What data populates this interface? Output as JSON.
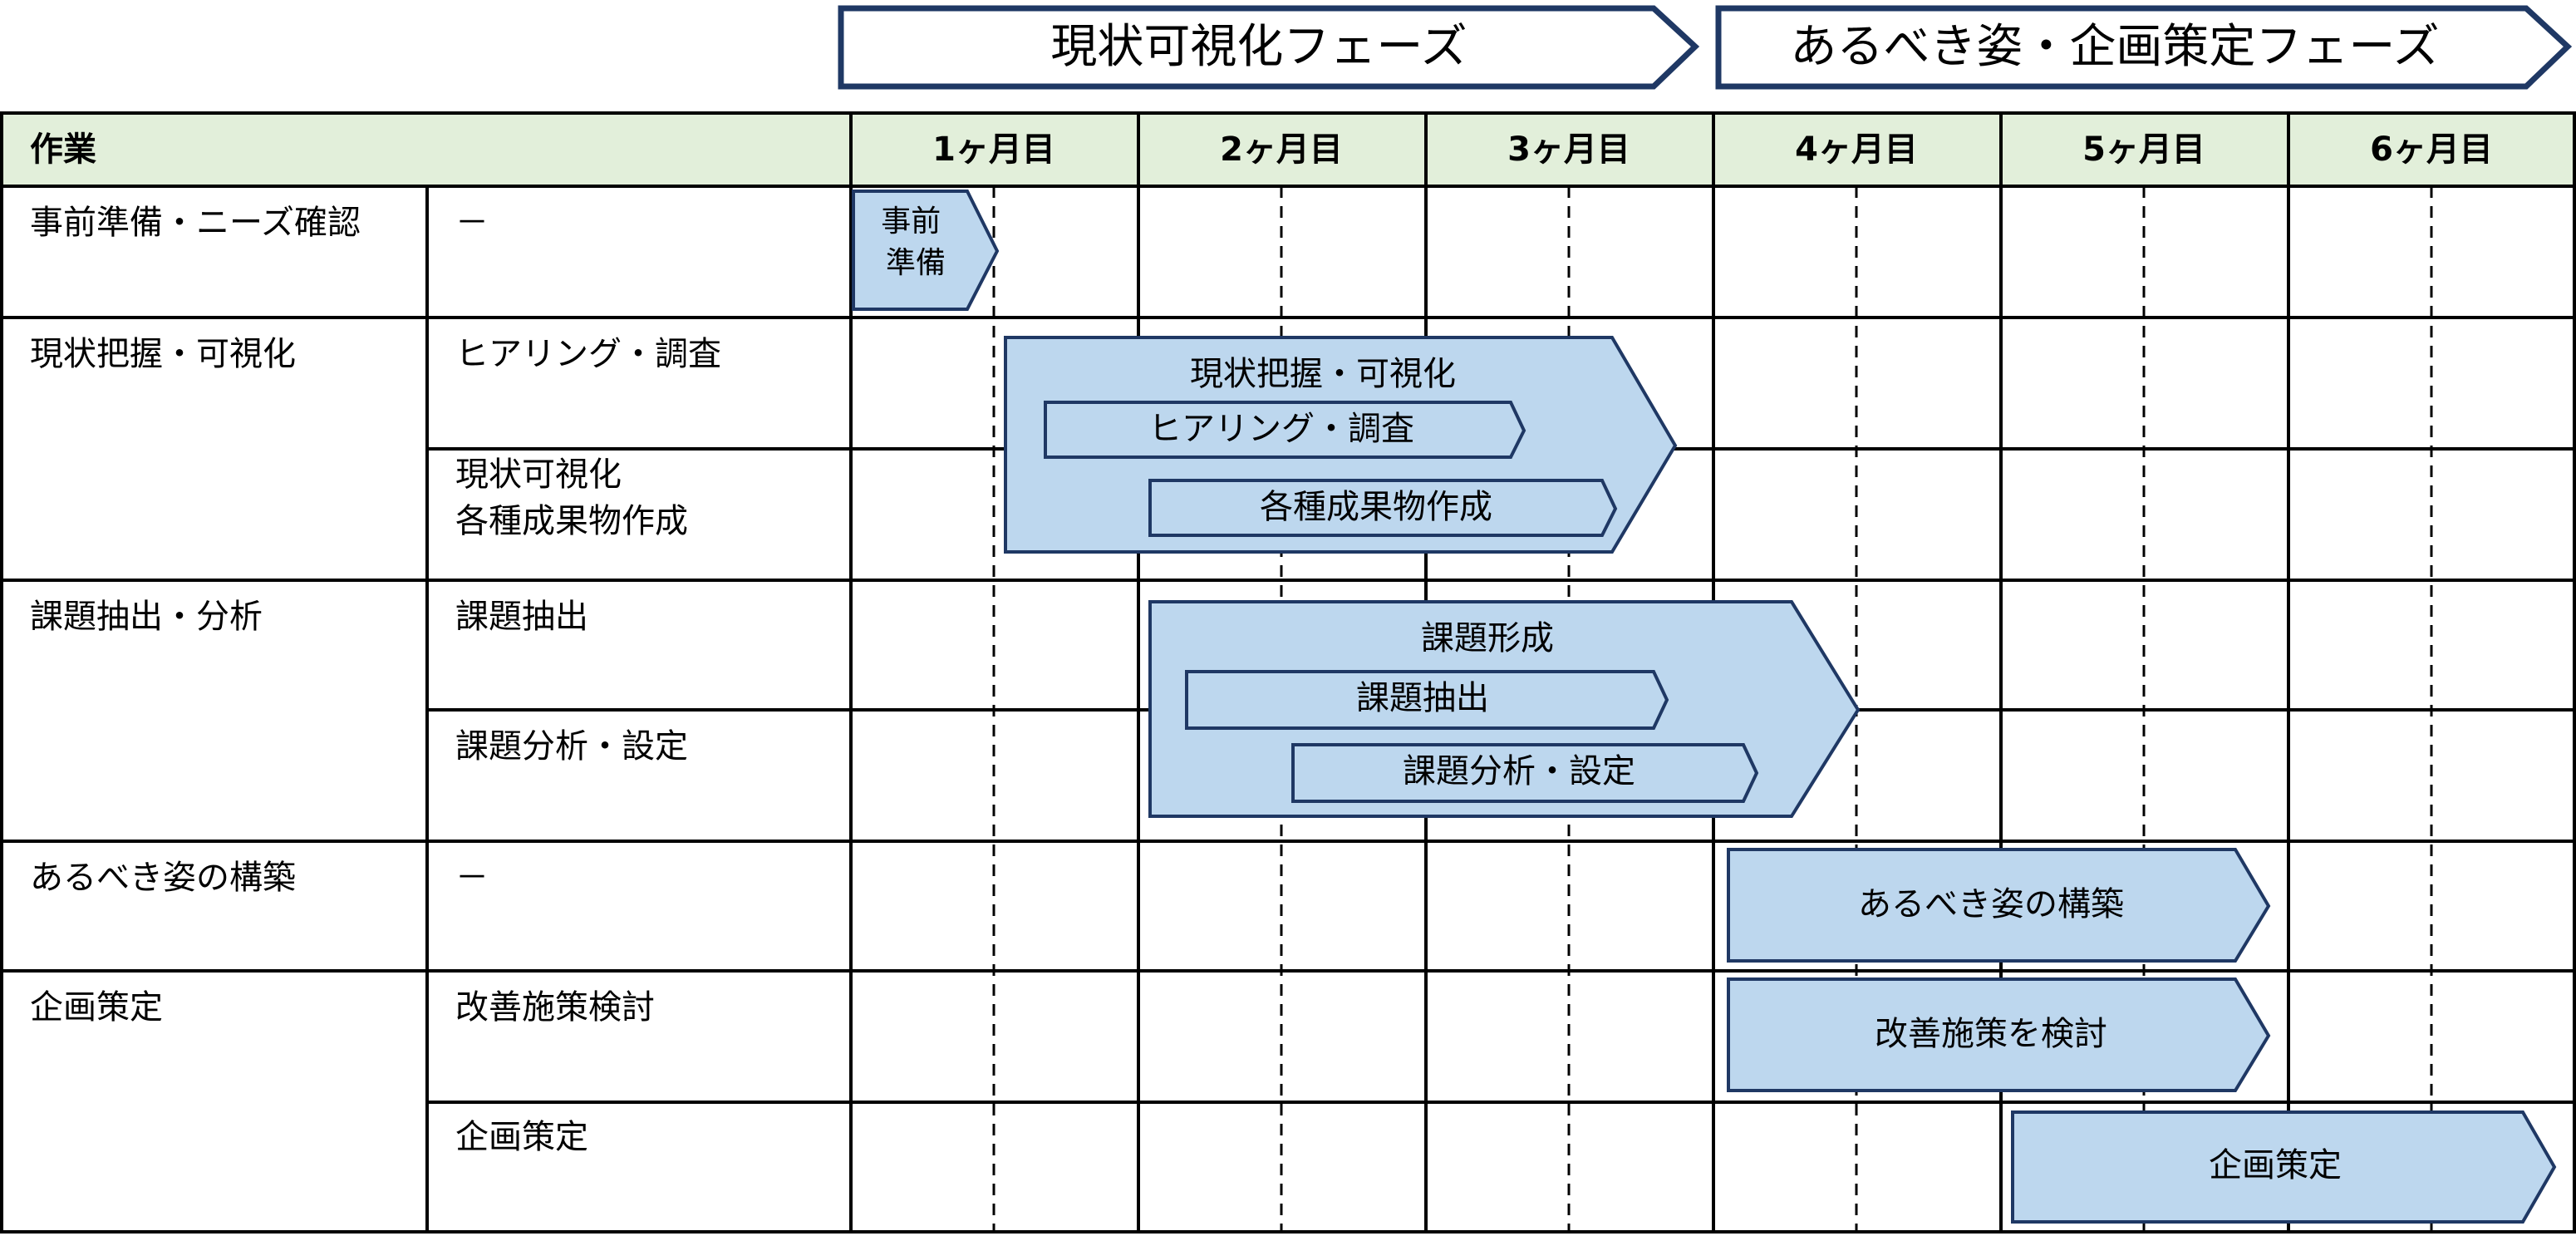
{
  "phases": [
    {
      "label": "現状可視化フェーズ"
    },
    {
      "label": "あるべき姿・企画策定フェーズ"
    }
  ],
  "header": {
    "task": "作業",
    "months": [
      "1ヶ月目",
      "2ヶ月目",
      "3ヶ月目",
      "4ヶ月目",
      "5ヶ月目",
      "6ヶ月目"
    ]
  },
  "rows": [
    {
      "task": "事前準備・ニーズ確認",
      "subtasks": [
        "－"
      ]
    },
    {
      "task": "現状把握・可視化",
      "subtasks": [
        "ヒアリング・調査",
        "現状可視化\n各種成果物作成"
      ]
    },
    {
      "task": "課題抽出・分析",
      "subtasks": [
        "課題抽出",
        "課題分析・設定"
      ]
    },
    {
      "task": "あるべき姿の構築",
      "subtasks": [
        "－"
      ]
    },
    {
      "task": "企画策定",
      "subtasks": [
        "改善施策検討",
        "企画策定"
      ]
    }
  ],
  "bars": {
    "prep": "事前\n準備",
    "visualize_group": "現状把握・可視化",
    "hearing": "ヒアリング・調査",
    "deliverables": "各種成果物作成",
    "issue_group": "課題形成",
    "issue_extract": "課題抽出",
    "issue_analysis": "課題分析・設定",
    "tobe": "あるべき姿の構築",
    "improve": "改善施策を検討",
    "plan": "企画策定"
  },
  "colors": {
    "bar_fill": "#bdd7ee",
    "bar_stroke": "#1f3864",
    "header_fill": "#e2efda",
    "phase_stroke": "#1f3864",
    "grid_line": "#000000"
  }
}
